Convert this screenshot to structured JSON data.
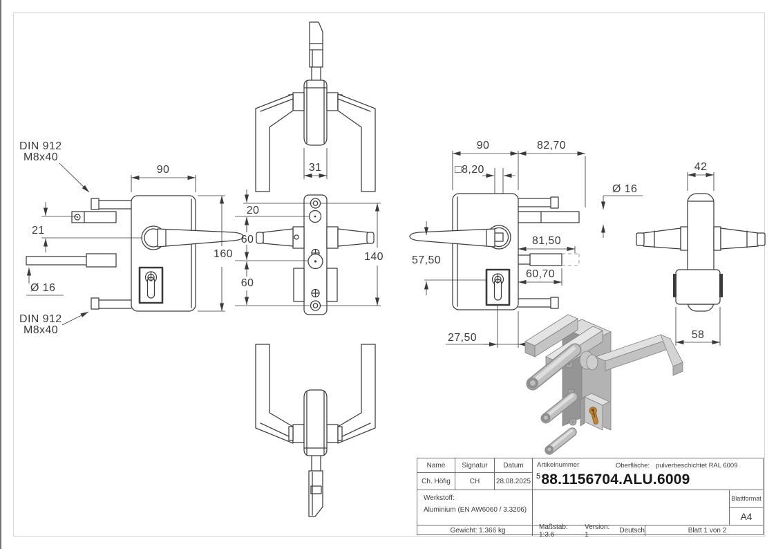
{
  "labels": {
    "din": "DIN 912",
    "m8": "M8x40"
  },
  "dims": {
    "front_width": "90",
    "front_height": "160",
    "front_offset21": "21",
    "front_dia16": "Ø 16",
    "top_width31": "31",
    "edge_d20": "20",
    "edge_d60a": "60",
    "edge_d60b": "60",
    "edge_d140": "140",
    "rear_w90": "90",
    "rear_w8270": "82,70",
    "rear_sq820": "□8,20",
    "rear_d5750": "57,50",
    "rear_d8150": "81,50",
    "rear_d6070": "60,70",
    "rear_d2750": "27,50",
    "rear_dia16": "Ø 16",
    "side_w42": "42",
    "side_w58": "58"
  },
  "title_block": {
    "name_header": "Name",
    "signatur_header": "Signatur",
    "datum_header": "Datum",
    "name_value": "Ch. Höfig",
    "signatur_value": "CH",
    "datum_value": "28.08.2025",
    "artikelnummer_label": "Artikelnummer",
    "oberflaeche_label": "Oberfläche:",
    "oberflaeche_value": "pulverbeschichtet RAL 6009",
    "article_prefix": "5",
    "article_number": "88.1156704.ALU.6009",
    "werkstoff_label": "Werkstoff:",
    "werkstoff_value": "Aluminium (EN AW6060 / 3.3206)",
    "gewicht": "Gewicht: 1.366 kg",
    "massstab": "Maßstab: 1:3.6",
    "version": "Version: 1",
    "sprache": "Deutsch",
    "blatt": "Blatt 1 von 2",
    "blattformat_label": "Blattformat",
    "blattformat_value": "A4"
  },
  "colors": {
    "line": "#3a3a3c",
    "frame": "#d7d7d7",
    "render_light": "#e3e3e3",
    "render_mid": "#c1c1c1",
    "render_dark": "#8f8f8f",
    "brass": "#bd8437"
  }
}
